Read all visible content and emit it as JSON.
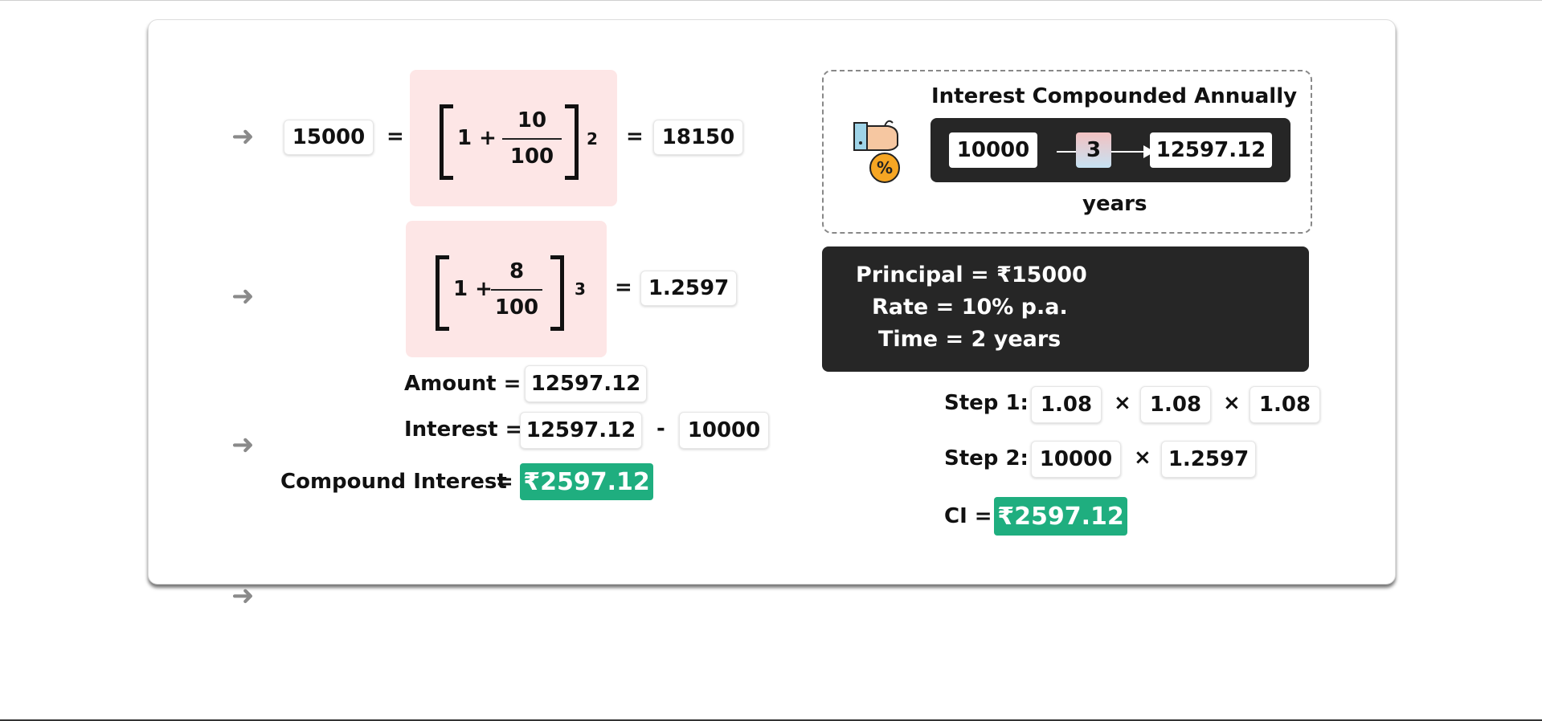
{
  "row1": {
    "left_value": "15000",
    "eq1": "=",
    "one_plus": "1 +",
    "numerator": "10",
    "denominator": "100",
    "exponent": "2",
    "eq2": "=",
    "result": "18150"
  },
  "row2": {
    "one_plus": "1 +",
    "numerator": "8",
    "denominator": "100",
    "exponent": "3",
    "eq": "=",
    "result": "1.2597"
  },
  "amount": {
    "label": "Amount =",
    "value": "12597.12"
  },
  "interest": {
    "label": "Interest =",
    "value1": "12597.12",
    "minus": "-",
    "value2": "10000"
  },
  "compound_interest": {
    "label": "Compound Interest",
    "eq": "=",
    "value": "₹2597.12"
  },
  "annual_box": {
    "title": "Interest Compounded Annually",
    "principal": "10000",
    "years_value": "3",
    "amount": "12597.12",
    "years_label": "years",
    "icon": "hand-money-bag-percent-icon"
  },
  "info_panel": {
    "principal": "Principal = ₹15000",
    "rate": "Rate = 10% p.a.",
    "time": "Time = 2 years"
  },
  "step1": {
    "label": "Step 1:",
    "a": "1.08",
    "x1": "×",
    "b": "1.08",
    "x2": "×",
    "c": "1.08"
  },
  "step2": {
    "label": "Step 2:",
    "a": "10000",
    "x": "×",
    "b": "1.2597"
  },
  "ci": {
    "label": "CI =",
    "value": "₹2597.12"
  },
  "arrows": [
    "➜",
    "➜",
    "➜",
    "➜"
  ],
  "colors": {
    "accent_green": "#1fae7f",
    "pink": "#fde6e6",
    "dark": "#262626"
  }
}
